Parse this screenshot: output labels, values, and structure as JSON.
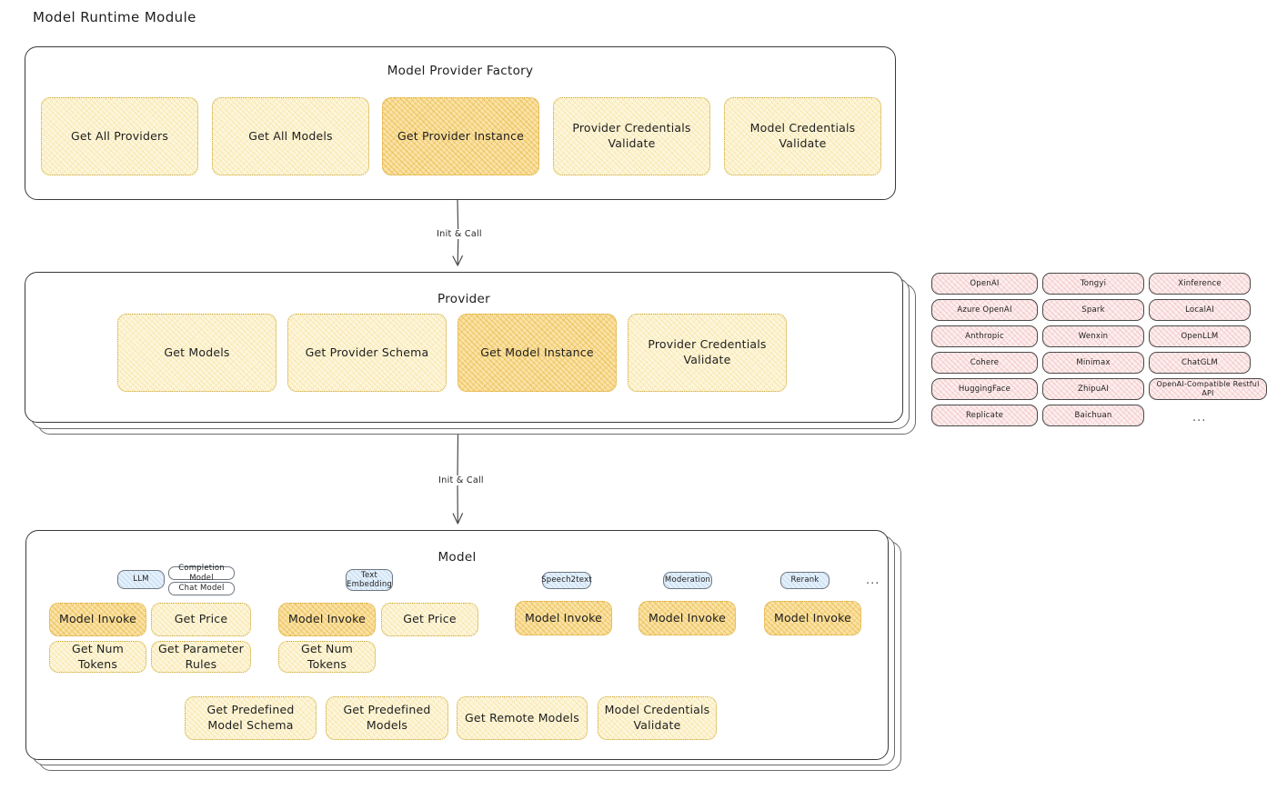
{
  "page": {
    "title": "Model Runtime Module"
  },
  "factory": {
    "title": "Model Provider Factory",
    "nodes": [
      {
        "label": "Get All Providers",
        "highlight": false
      },
      {
        "label": "Get All Models",
        "highlight": false
      },
      {
        "label": "Get Provider Instance",
        "highlight": true
      },
      {
        "label": "Provider Credentials Validate",
        "highlight": false
      },
      {
        "label": "Model Credentials Validate",
        "highlight": false
      }
    ]
  },
  "arrows": [
    {
      "label": "Init & Call"
    },
    {
      "label": "Init & Call"
    }
  ],
  "provider": {
    "title": "Provider",
    "nodes": [
      {
        "label": "Get Models",
        "highlight": false
      },
      {
        "label": "Get Provider Schema",
        "highlight": false
      },
      {
        "label": "Get Model Instance",
        "highlight": true
      },
      {
        "label": "Provider Credentials Validate",
        "highlight": false
      }
    ]
  },
  "provider_list": {
    "columns": [
      {
        "items": [
          "OpenAI",
          "Azure OpenAI",
          "Anthropic",
          "Cohere",
          "HuggingFace",
          "Replicate"
        ]
      },
      {
        "items": [
          "Tongyi",
          "Spark",
          "Wenxin",
          "Minimax",
          "ZhipuAI",
          "Baichuan"
        ]
      },
      {
        "items": [
          "Xinference",
          "LocalAI",
          "OpenLLM",
          "ChatGLM",
          "OpenAI-Compatible Restful API"
        ]
      }
    ],
    "more": "..."
  },
  "model": {
    "title": "Model",
    "more": "...",
    "types": [
      {
        "name": "LLM",
        "subtypes": [
          "Completion Model",
          "Chat Model"
        ],
        "methods": [
          {
            "label": "Model Invoke",
            "highlight": true
          },
          {
            "label": "Get Price",
            "highlight": false
          },
          {
            "label": "Get Num Tokens",
            "highlight": false
          },
          {
            "label": "Get Parameter Rules",
            "highlight": false
          }
        ]
      },
      {
        "name": "Text Embedding",
        "subtypes": [],
        "methods": [
          {
            "label": "Model Invoke",
            "highlight": true
          },
          {
            "label": "Get Price",
            "highlight": false
          },
          {
            "label": "Get Num Tokens",
            "highlight": false
          }
        ]
      },
      {
        "name": "Speech2text",
        "subtypes": [],
        "methods": [
          {
            "label": "Model Invoke",
            "highlight": true
          }
        ]
      },
      {
        "name": "Moderation",
        "subtypes": [],
        "methods": [
          {
            "label": "Model Invoke",
            "highlight": true
          }
        ]
      },
      {
        "name": "Rerank",
        "subtypes": [],
        "methods": [
          {
            "label": "Model Invoke",
            "highlight": true
          }
        ]
      }
    ],
    "common_methods": [
      {
        "label": "Get Predefined Model Schema"
      },
      {
        "label": "Get Predefined Models"
      },
      {
        "label": "Get Remote Models"
      },
      {
        "label": "Model Credentials Validate"
      }
    ]
  }
}
